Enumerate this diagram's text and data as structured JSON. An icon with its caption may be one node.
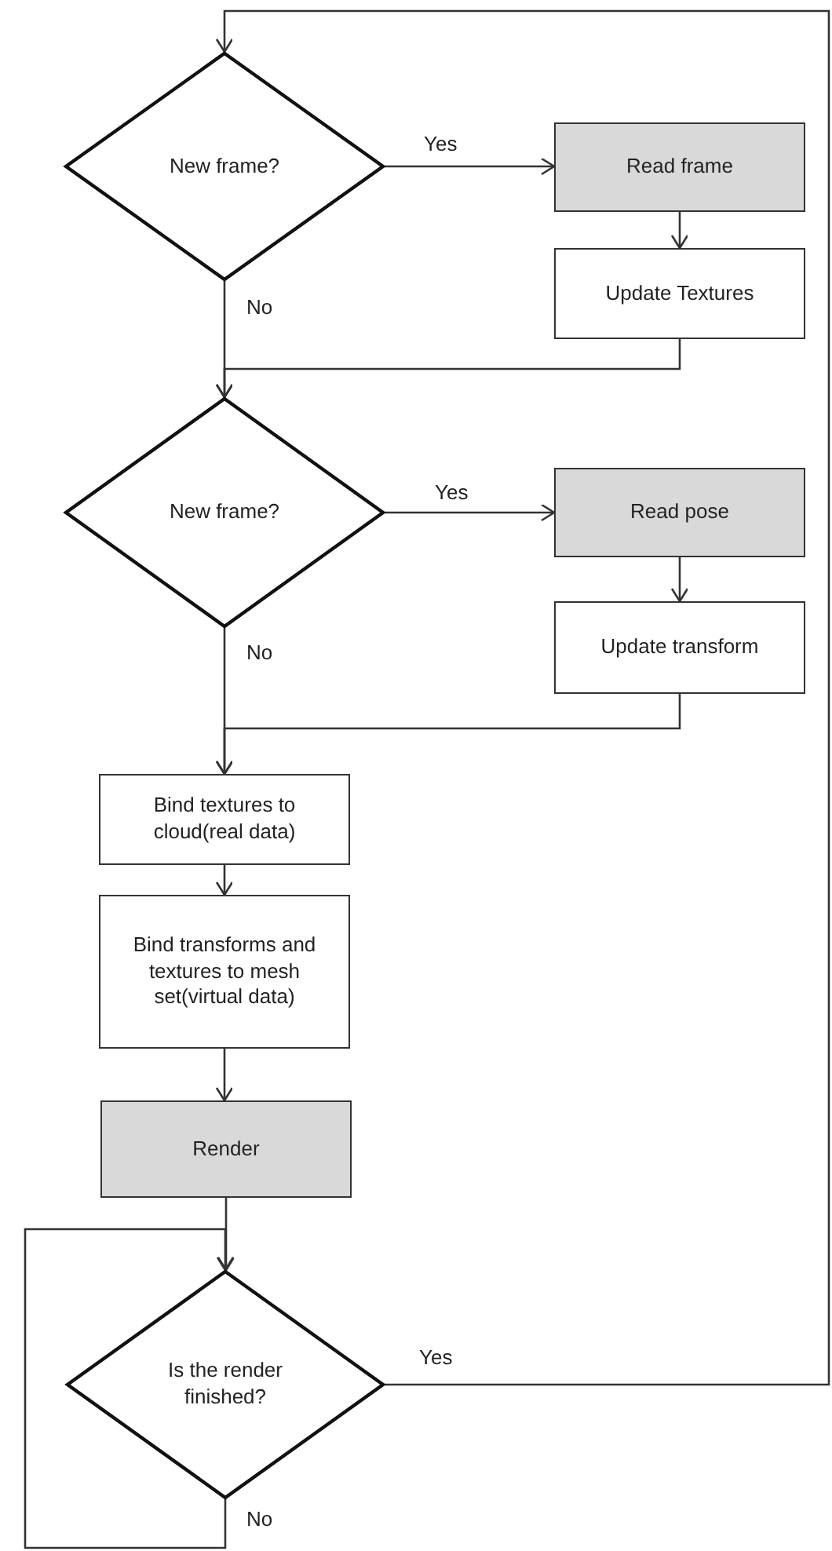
{
  "diagram": {
    "nodes": [
      {
        "text": [
          "New frame?"
        ]
      },
      {
        "text": [
          "Read frame"
        ]
      },
      {
        "text": [
          "Update Textures"
        ]
      },
      {
        "text": [
          "New frame?"
        ]
      },
      {
        "text": [
          "Read pose"
        ]
      },
      {
        "text": [
          "Update transform"
        ]
      },
      {
        "text": [
          "Bind textures to cloud(real data)"
        ]
      },
      {
        "text": [
          "Bind transforms and textures to mesh set(virtual data)"
        ]
      },
      {
        "text": [
          "Render"
        ]
      },
      {
        "text": [
          "Is the render finished?"
        ]
      }
    ],
    "edges": [
      {
        "from": 0,
        "to": 1,
        "arrow": "to",
        "label": "Yes"
      },
      {
        "from": 1,
        "to": 2,
        "arrow": "to"
      },
      {
        "from": 0,
        "to": 3,
        "arrow": "to",
        "label": "No"
      },
      {
        "from": 2,
        "to": 3,
        "arrow": "to"
      },
      {
        "from": 3,
        "to": 4,
        "arrow": "to",
        "label": "Yes"
      },
      {
        "from": 4,
        "to": 5,
        "arrow": "to"
      },
      {
        "from": 3,
        "to": 6,
        "arrow": "to",
        "label": "No"
      },
      {
        "from": 5,
        "to": 6,
        "arrow": "to"
      },
      {
        "from": 6,
        "to": 7,
        "arrow": "to"
      },
      {
        "from": 7,
        "to": 8,
        "arrow": "to"
      },
      {
        "from": 8,
        "to": 9,
        "arrow": "to"
      },
      {
        "from": 9,
        "to": 9,
        "arrow": "to",
        "label": "No"
      },
      {
        "from": 9,
        "to": 0,
        "arrow": "to",
        "label": "Yes"
      }
    ]
  }
}
